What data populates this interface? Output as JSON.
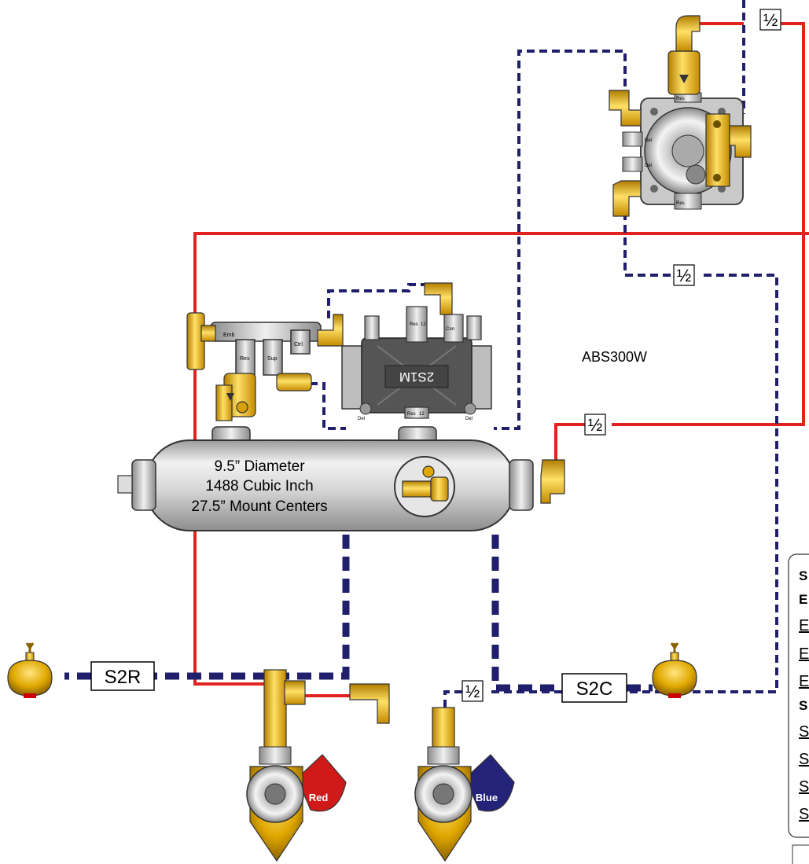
{
  "model": "ABS300W",
  "reservoir": {
    "line1": "9.5” Diameter",
    "line2": "1488 Cubic Inch",
    "line3": "27.5” Mount Centers"
  },
  "modulator_label": "2S1M",
  "modulator_ports": [
    "Res",
    "12",
    "Con",
    "Res",
    "12",
    "Del",
    "Del"
  ],
  "tee_ports": [
    "Emb",
    "Res",
    "Ctrl",
    "Sup"
  ],
  "relay_ports": [
    "Res",
    "Res",
    "Del",
    "Del"
  ],
  "line_labels": {
    "s2r": "S2R",
    "s2c": "S2C",
    "half_1": "½",
    "half_2": "½",
    "half_3": "½",
    "half_4": "½"
  },
  "gladhands": {
    "supply": "Red",
    "control": "Blue"
  },
  "legend_rows": [
    "S",
    "E",
    "E",
    "E",
    "E",
    "S",
    "S",
    "S",
    "S",
    "S"
  ],
  "colors": {
    "supply_line": "#e0231f",
    "control_line": "#1f1f6b",
    "brass": "#f0b400",
    "tank": "#c8c8c8",
    "red_handle": "#d01a1a",
    "blue_handle": "#23237a"
  },
  "icons": [
    "brass-fitting-icon",
    "spring-brake-chamber-icon",
    "gladhand-icon",
    "drain-valve-icon",
    "relay-valve-icon",
    "abs-modulator-icon"
  ]
}
